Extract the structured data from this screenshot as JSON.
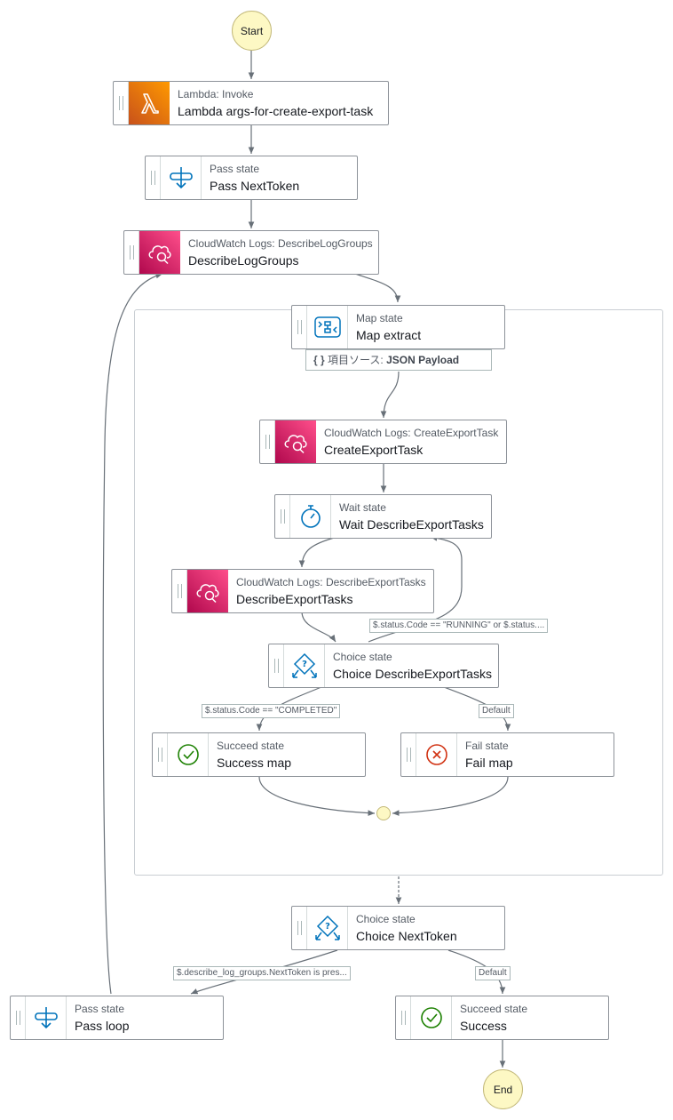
{
  "start_label": "Start",
  "end_label": "End",
  "nodes": {
    "lambda_invoke": {
      "type": "Lambda: Invoke",
      "name": "Lambda args-for-create-export-task",
      "icon": "lambda-icon"
    },
    "pass_nexttoken": {
      "type": "Pass state",
      "name": "Pass NextToken",
      "icon": "pass-icon"
    },
    "describe_log_groups": {
      "type": "CloudWatch Logs: DescribeLogGroups",
      "name": "DescribeLogGroups",
      "icon": "cloudwatch-logs-icon"
    },
    "map_extract": {
      "type": "Map state",
      "name": "Map extract",
      "icon": "map-icon"
    },
    "create_export_task": {
      "type": "CloudWatch Logs: CreateExportTask",
      "name": "CreateExportTask",
      "icon": "cloudwatch-logs-icon"
    },
    "wait_describe": {
      "type": "Wait state",
      "name": "Wait DescribeExportTasks",
      "icon": "stopwatch-icon"
    },
    "describe_export_tasks": {
      "type": "CloudWatch Logs: DescribeExportTasks",
      "name": "DescribeExportTasks",
      "icon": "cloudwatch-logs-icon"
    },
    "choice_describe": {
      "type": "Choice state",
      "name": "Choice DescribeExportTasks",
      "icon": "choice-icon"
    },
    "success_map": {
      "type": "Succeed state",
      "name": "Success map",
      "icon": "check-circle-icon"
    },
    "fail_map": {
      "type": "Fail state",
      "name": "Fail map",
      "icon": "x-circle-icon"
    },
    "choice_nexttoken": {
      "type": "Choice state",
      "name": "Choice NextToken",
      "icon": "choice-icon"
    },
    "pass_loop": {
      "type": "Pass state",
      "name": "Pass loop",
      "icon": "pass-icon"
    },
    "success": {
      "type": "Succeed state",
      "name": "Success",
      "icon": "check-circle-icon"
    }
  },
  "item_source": {
    "prefix": "項目ソース: ",
    "value": "JSON Payload"
  },
  "edge_labels": {
    "running": "$.status.Code == \"RUNNING\" or $.status....",
    "completed": "$.status.Code == \"COMPLETED\"",
    "default_fail": "Default",
    "nexttoken_present": "$.describe_log_groups.NextToken is pres...",
    "default_success": "Default"
  },
  "colors": {
    "lambda": "#e8691a",
    "cloudwatch": "#c9235c",
    "state_icon": "#0073bb",
    "succeed": "#1d8102",
    "fail": "#d13212",
    "terminal_fill": "#fdf8c4"
  }
}
